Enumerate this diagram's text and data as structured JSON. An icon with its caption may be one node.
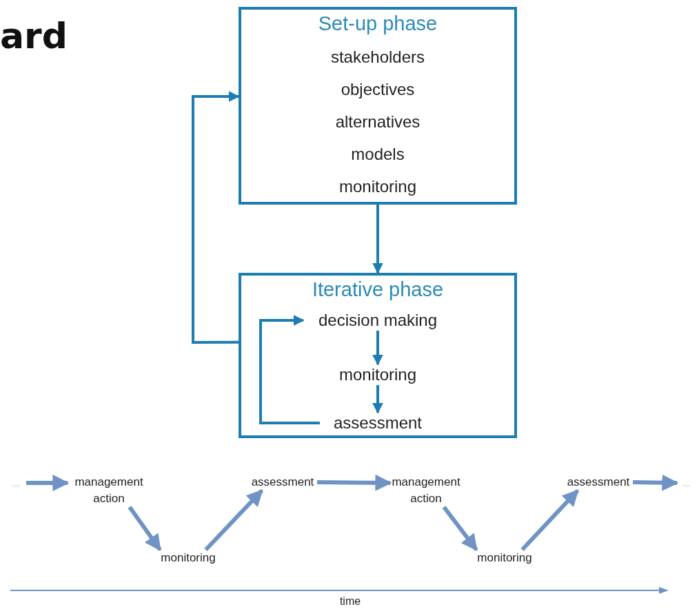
{
  "diagram": {
    "title": "ard",
    "nodes": [
      {
        "text": [
          "Set-up phase",
          "stakeholders",
          "objectives",
          "alternatives",
          "models",
          "monitoring"
        ]
      },
      {
        "text": [
          "Iterative phase"
        ]
      },
      {
        "text": [
          "decision making"
        ],
        "in": 1
      },
      {
        "text": [
          "monitoring"
        ],
        "in": 1
      },
      {
        "text": [
          "assessment"
        ],
        "in": 1
      },
      {
        "text": [
          "..."
        ]
      },
      {
        "text": [
          "management action"
        ]
      },
      {
        "text": [
          "monitoring"
        ]
      },
      {
        "text": [
          "assessment"
        ]
      },
      {
        "text": [
          "management action"
        ]
      },
      {
        "text": [
          "monitoring"
        ]
      },
      {
        "text": [
          "assessment"
        ]
      },
      {
        "text": [
          "..."
        ]
      }
    ],
    "edges": [
      {
        "from": 0,
        "to": 1,
        "arrow": "to",
        "color": "#1b7db3"
      },
      {
        "from": 1,
        "to": 0,
        "arrow": "to",
        "color": "#1b7db3"
      },
      {
        "from": 4,
        "to": 2,
        "arrow": "to",
        "color": "#1b7db3"
      },
      {
        "from": 2,
        "to": 3,
        "arrow": "to",
        "color": "#1b7db3"
      },
      {
        "from": 3,
        "to": 4,
        "arrow": "to",
        "color": "#1b7db3"
      },
      {
        "from": 5,
        "to": 6,
        "arrow": "to"
      },
      {
        "from": 6,
        "to": 7,
        "arrow": "to"
      },
      {
        "from": 7,
        "to": 8,
        "arrow": "to"
      },
      {
        "from": 8,
        "to": 9,
        "arrow": "to"
      },
      {
        "from": 9,
        "to": 10,
        "arrow": "to"
      },
      {
        "from": 10,
        "to": 11,
        "arrow": "to"
      },
      {
        "from": 11,
        "to": 12,
        "arrow": "to"
      }
    ],
    "labels": [
      "time"
    ]
  }
}
